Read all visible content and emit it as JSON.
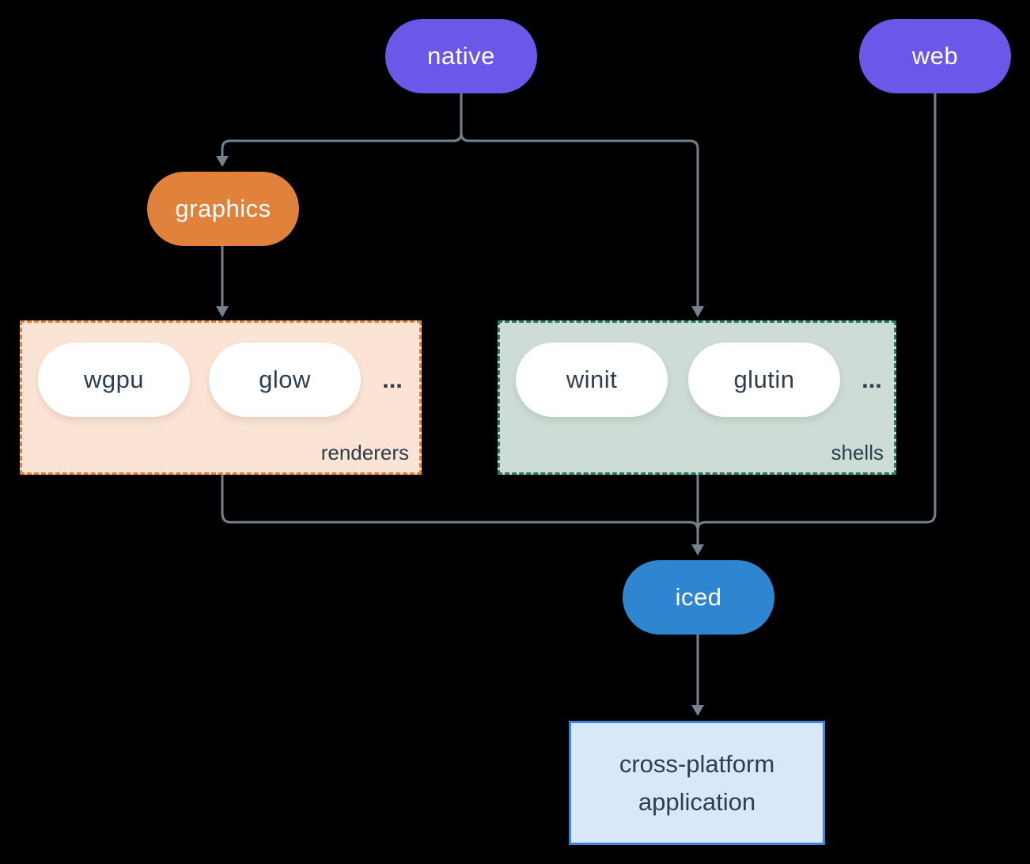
{
  "nodes": {
    "native": {
      "label": "native",
      "color": "#6a58e8"
    },
    "web": {
      "label": "web",
      "color": "#6a58e8"
    },
    "graphics": {
      "label": "graphics",
      "color": "#e0823c"
    },
    "iced": {
      "label": "iced",
      "color": "#2e86d1"
    },
    "app": {
      "line1": "cross-platform",
      "line2": "application",
      "fill": "#d8e8f8",
      "border": "#3d85d8"
    }
  },
  "groups": {
    "renderers": {
      "label": "renderers",
      "items": [
        "wgpu",
        "glow"
      ],
      "ellipsis": "...",
      "fill": "#fbe4d4",
      "border": "#e0823c"
    },
    "shells": {
      "label": "shells",
      "items": [
        "winit",
        "glutin"
      ],
      "ellipsis": "...",
      "fill": "#cdddd5",
      "border": "#2a7a6c"
    }
  },
  "colors": {
    "background": "#000000",
    "connector": "#73828e",
    "text_dark": "#2f3e4e",
    "text_light": "#ffffff",
    "item_pill": "#ffffff"
  }
}
